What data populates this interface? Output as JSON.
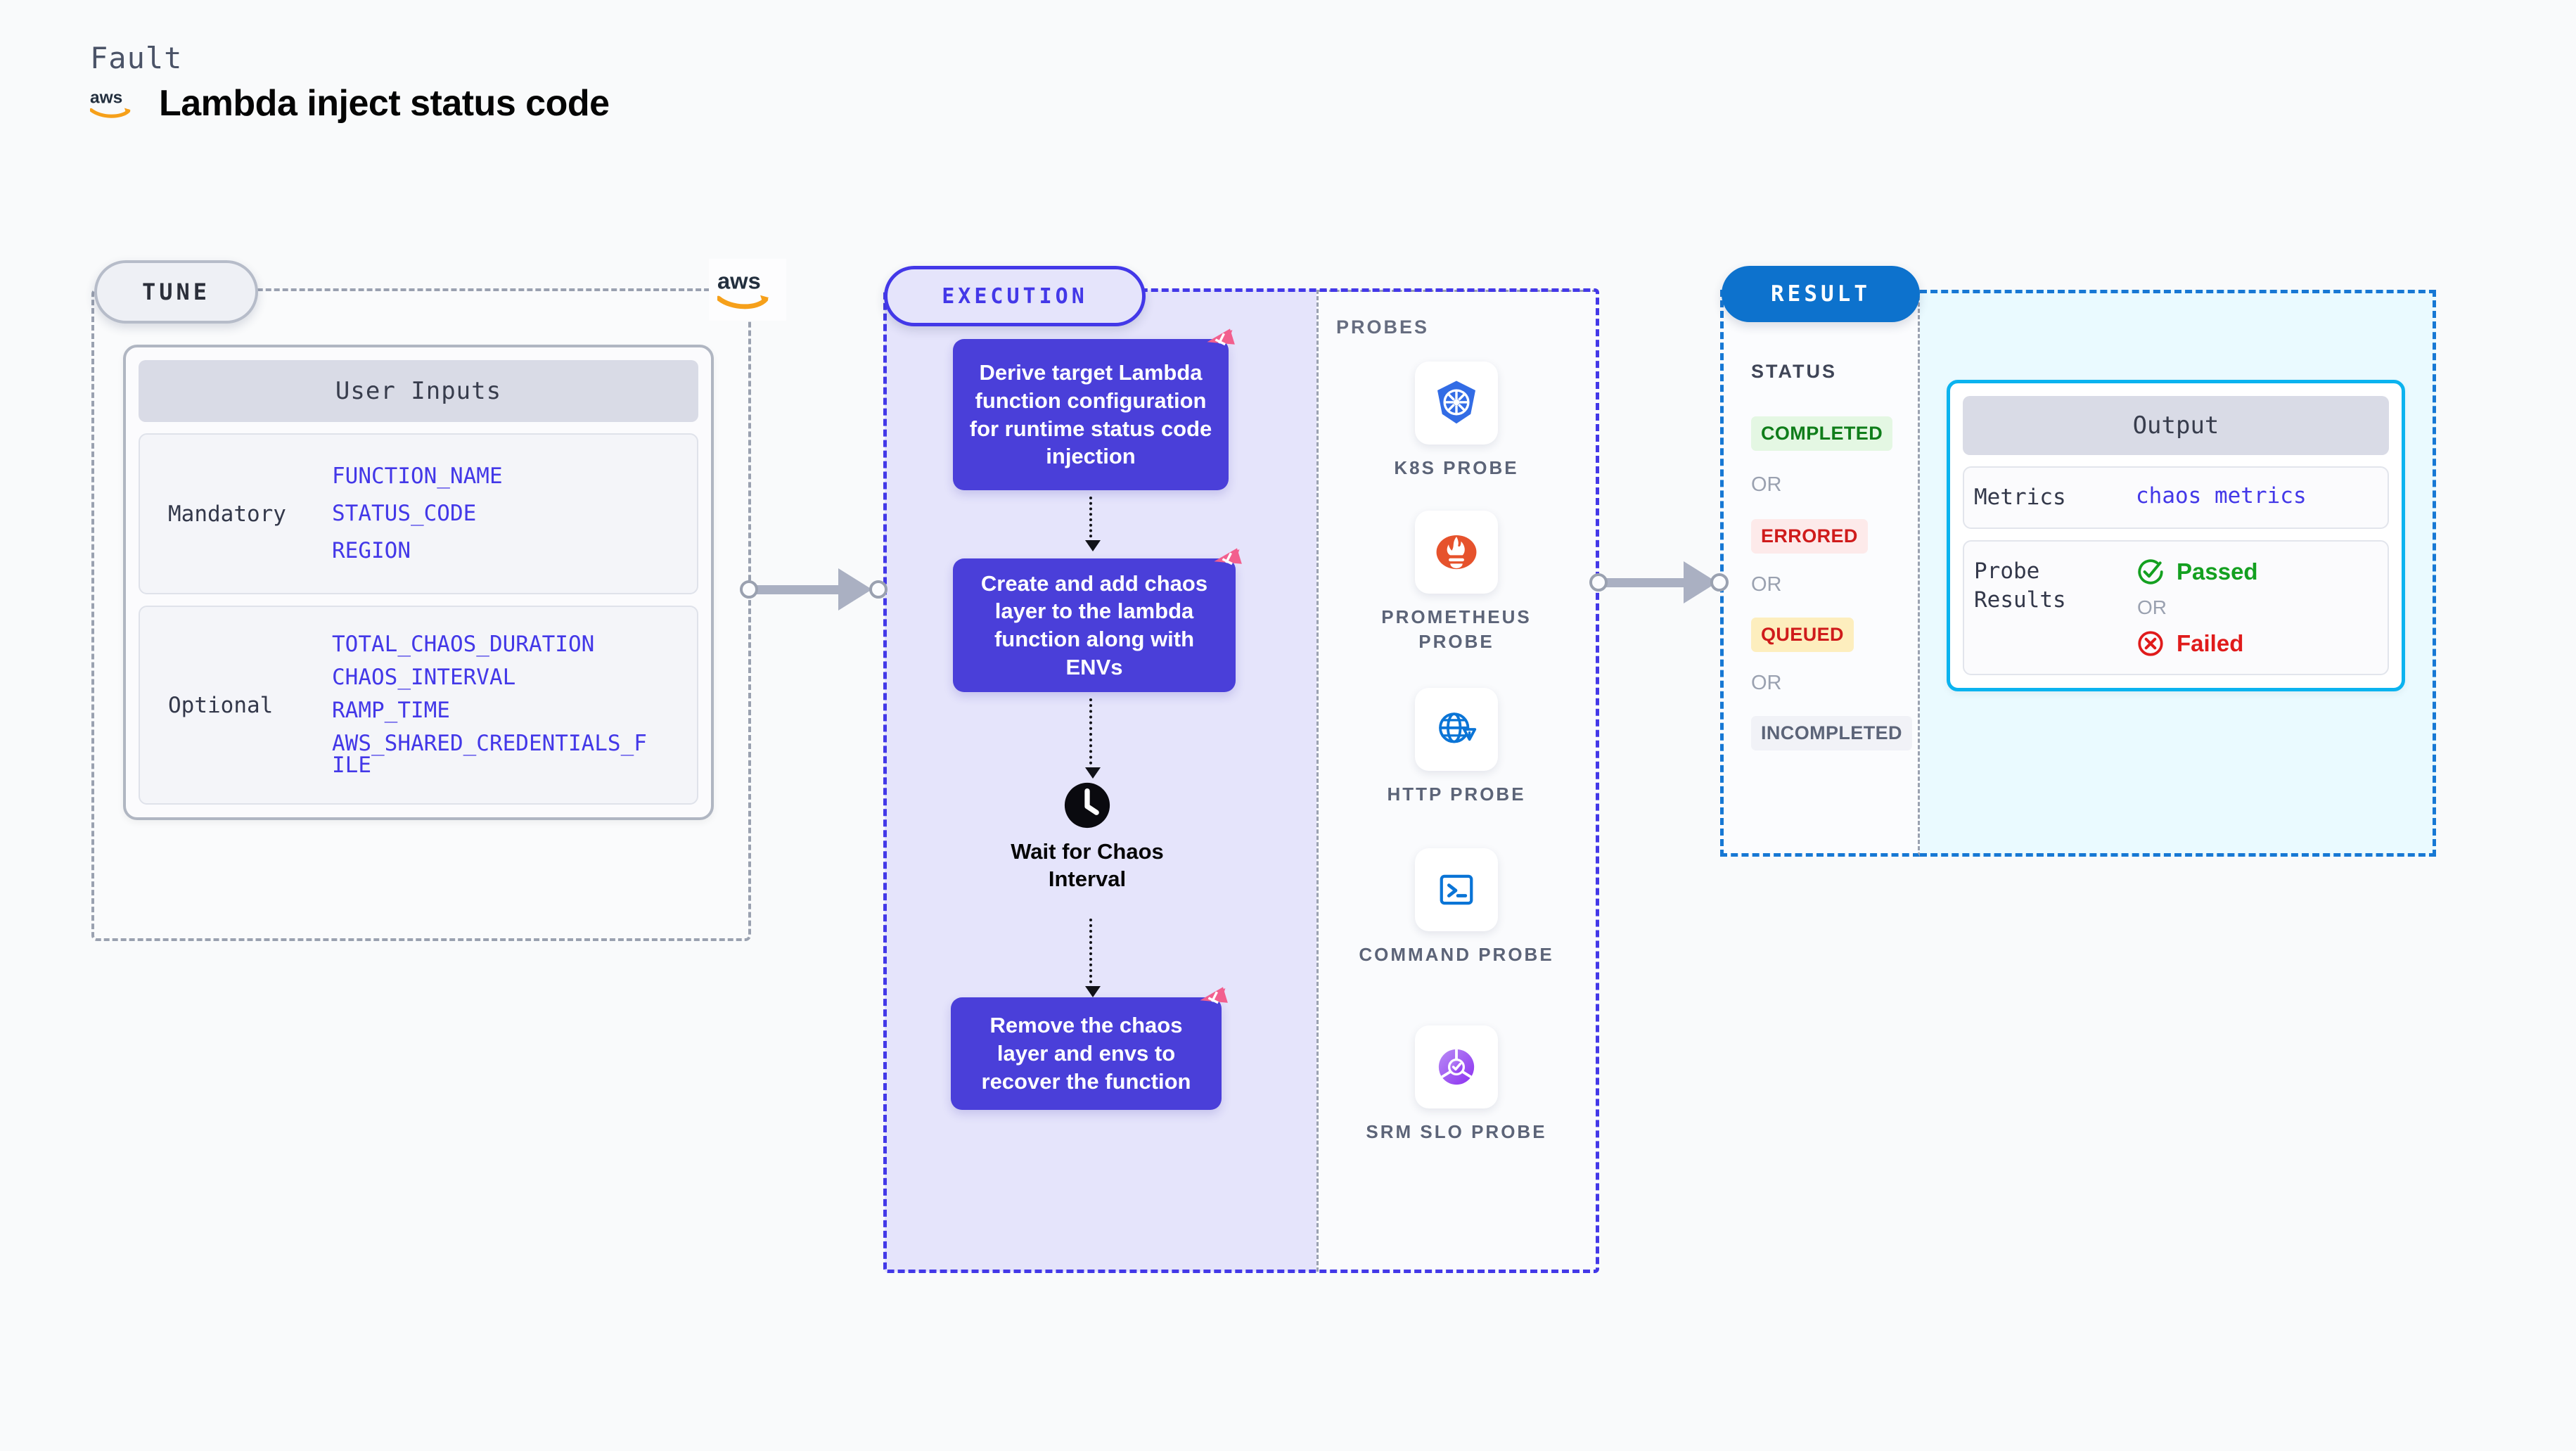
{
  "header": {
    "fault_label": "Fault",
    "title": "Lambda inject status code",
    "logo": "aws-logo"
  },
  "tune": {
    "pill_label": "TUNE",
    "card_title": "User Inputs",
    "groups": [
      {
        "label": "Mandatory",
        "vars": [
          "FUNCTION_NAME",
          "STATUS_CODE",
          "REGION"
        ]
      },
      {
        "label": "Optional",
        "vars": [
          "TOTAL_CHAOS_DURATION",
          "CHAOS_INTERVAL",
          "RAMP_TIME",
          "AWS_SHARED_CREDENTIALS_FILE"
        ]
      }
    ]
  },
  "execution": {
    "pill_label": "EXECUTION",
    "steps": [
      {
        "type": "box",
        "text": "Derive target Lambda function configuration for runtime status code injection",
        "badge": "litmus-logo"
      },
      {
        "type": "box",
        "text": "Create and add chaos layer to the lambda function along with ENVs",
        "badge": "litmus-logo"
      },
      {
        "type": "wait",
        "text": "Wait for Chaos Interval",
        "icon": "clock-icon"
      },
      {
        "type": "box",
        "text": "Remove the chaos layer and envs to recover the function",
        "badge": "litmus-logo"
      }
    ]
  },
  "probes": {
    "title": "PROBES",
    "items": [
      {
        "label": "K8S PROBE",
        "icon": "kubernetes-icon"
      },
      {
        "label": "PROMETHEUS PROBE",
        "icon": "prometheus-icon"
      },
      {
        "label": "HTTP PROBE",
        "icon": "http-globe-icon"
      },
      {
        "label": "COMMAND PROBE",
        "icon": "terminal-icon"
      },
      {
        "label": "SRM SLO PROBE",
        "icon": "srm-slo-icon"
      }
    ]
  },
  "result": {
    "pill_label": "RESULT",
    "status_title": "STATUS",
    "or_label": "OR",
    "statuses": [
      {
        "label": "COMPLETED",
        "bg": "#e4f7e3",
        "color": "#0f7d1a"
      },
      {
        "label": "ERRORED",
        "bg": "#fdeaea",
        "color": "#cf1b1b"
      },
      {
        "label": "QUEUED",
        "bg": "#fdeebe",
        "color": "#cf1b1b"
      },
      {
        "label": "INCOMPLETED",
        "bg": "#f1f2f7",
        "color": "#5c6478"
      }
    ],
    "output": {
      "title": "Output",
      "rows": [
        {
          "label": "Metrics",
          "value": "chaos metrics"
        },
        {
          "label": "Probe Results",
          "passed": "Passed",
          "or": "OR",
          "failed": "Failed"
        }
      ]
    }
  },
  "colors": {
    "accent_violet": "#4338e8",
    "exec_box": "#4a3fd9",
    "result_blue": "#0d72cd",
    "output_border": "#0bb3ef",
    "aws_orange": "#f6a01a",
    "litmus_pink": "#f25f8e",
    "passed_green": "#14a020",
    "failed_red": "#e01b1b"
  }
}
